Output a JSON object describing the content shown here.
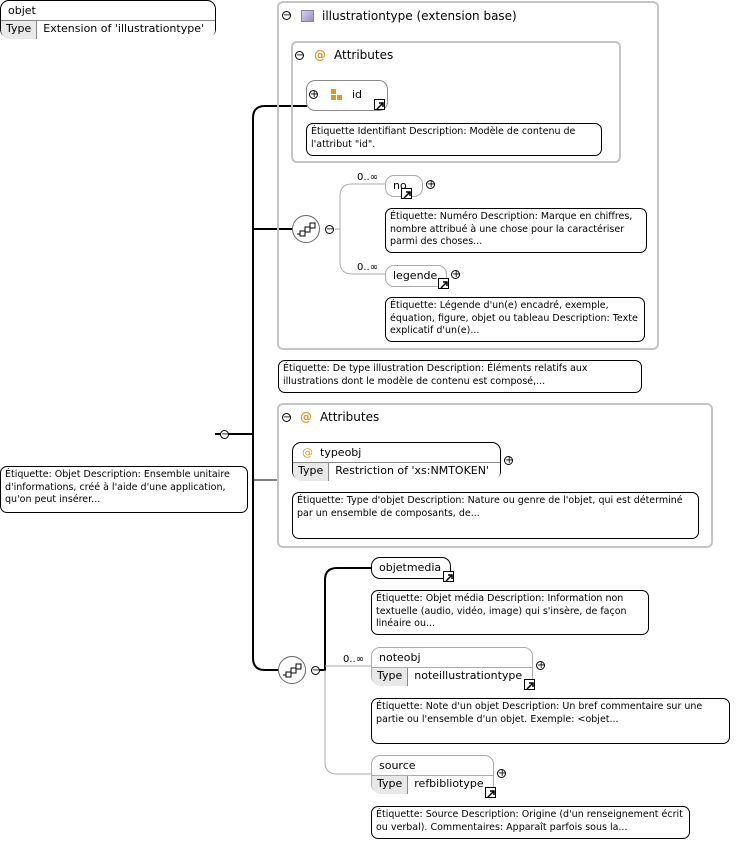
{
  "root": {
    "name": "objet",
    "type_key": "Type",
    "type_value": "Extension of 'illustrationtype'",
    "note": "Étiquette: Objet Description: Ensemble unitaire d'informations, créé à l'aide d'une application, qu'on peut insérer..."
  },
  "illustrationtype": {
    "title": "illustrationtype (extension base)",
    "attributes_title": "Attributes",
    "id": {
      "name": "id",
      "note": "Étiquette Identifiant Description: Modèle de contenu de l'attribut \"id\"."
    },
    "no": {
      "name": "no",
      "mult": "0..∞",
      "note": "Étiquette: Numéro Description: Marque en chiffres, nombre attribué à une chose pour la caractériser parmi des choses..."
    },
    "legende": {
      "name": "legende",
      "mult": "0..∞",
      "note": "Étiquette: Légende d'un(e) encadré, exemple, équation, figure, objet ou tableau Description: Texte explicatif d'un(e)..."
    },
    "note": "Étiquette: De type illustration Description: Éléments relatifs aux illustrations dont le modèle de contenu est composé,..."
  },
  "objet_attributes": {
    "title": "Attributes",
    "typeobj": {
      "name": "typeobj",
      "type_key": "Type",
      "type_value": "Restriction of 'xs:NMTOKEN'",
      "note": "Étiquette: Type d'objet Description: Nature ou genre de l'objet, qui est déterminé par un ensemble de composants, de..."
    }
  },
  "sequence": {
    "objetmedia": {
      "name": "objetmedia",
      "note": "Étiquette: Objet média Description: Information non textuelle (audio, vidéo, image) qui s'insère, de façon linéaire ou..."
    },
    "noteobj": {
      "name": "noteobj",
      "mult": "0..∞",
      "type_key": "Type",
      "type_value": "noteillustrationtype",
      "note": "Étiquette: Note d'un objet Description: Un bref commentaire sur une partie ou l'ensemble d'un objet. Exemple: <objet..."
    },
    "source": {
      "name": "source",
      "type_key": "Type",
      "type_value": "refbibliotype",
      "note": "Étiquette: Source Description: Origine (d'un renseignement écrit ou verbal). Commentaires: Apparaît parfois sous la..."
    }
  },
  "symbols": {
    "collapse": "−",
    "expand": "+",
    "attribute": "@"
  },
  "colors": {
    "connector": "#000000",
    "optional_connector": "#aaaaaa",
    "group_border": "#c4c4c4",
    "attribute_icon": "#d49a2a",
    "complex_type_icon": "#9a8ec0"
  }
}
